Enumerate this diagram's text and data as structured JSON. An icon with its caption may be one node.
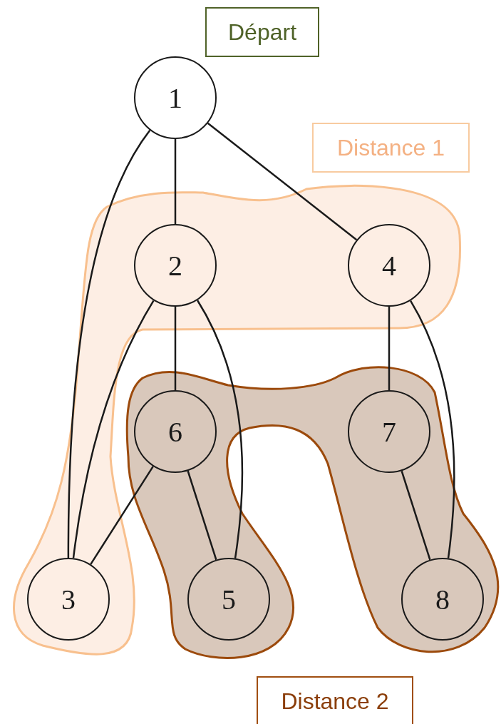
{
  "diagram": {
    "nodes": [
      {
        "text": [
          "Départ"
        ]
      },
      {
        "text": [
          "1"
        ]
      },
      {
        "text": [
          "Distance 1"
        ]
      },
      {
        "text": [
          "2"
        ]
      },
      {
        "text": [
          "4"
        ]
      },
      {
        "text": [
          "6"
        ]
      },
      {
        "text": [
          "7"
        ]
      },
      {
        "text": [
          "3"
        ]
      },
      {
        "text": [
          "5"
        ]
      },
      {
        "text": [
          "8"
        ]
      },
      {
        "text": [
          "Distance 2"
        ]
      }
    ],
    "edges": [
      {
        "from": 1,
        "to": 3,
        "arrow": "none"
      },
      {
        "from": 1,
        "to": 4,
        "arrow": "none"
      },
      {
        "from": 1,
        "to": 7,
        "arrow": "none"
      },
      {
        "from": 3,
        "to": 5,
        "arrow": "none"
      },
      {
        "from": 3,
        "to": 7,
        "arrow": "none"
      },
      {
        "from": 3,
        "to": 8,
        "arrow": "none"
      },
      {
        "from": 4,
        "to": 6,
        "arrow": "none"
      },
      {
        "from": 4,
        "to": 9,
        "arrow": "none"
      },
      {
        "from": 5,
        "to": 7,
        "arrow": "none"
      },
      {
        "from": 5,
        "to": 8,
        "arrow": "none"
      },
      {
        "from": 6,
        "to": 9,
        "arrow": "none"
      }
    ]
  }
}
